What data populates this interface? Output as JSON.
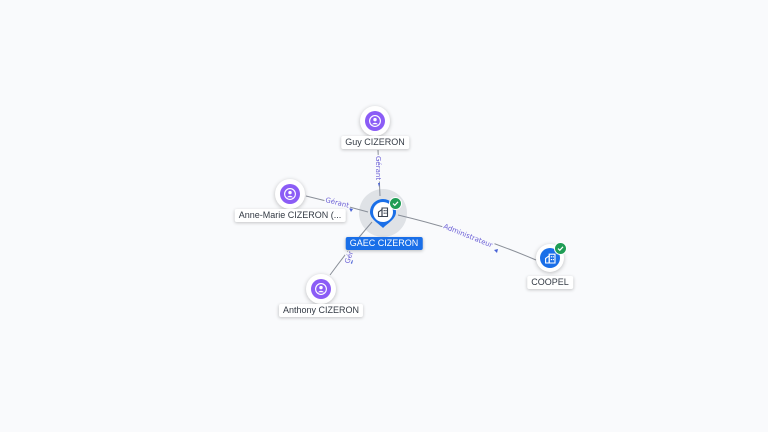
{
  "colors": {
    "person": "#8b5cf6",
    "company": "#1a6fe8",
    "verified": "#1f9d55",
    "edge_label": "#6b5fd6"
  },
  "icons": {
    "person": "person-icon",
    "company": "building-icon",
    "verified": "check-icon"
  },
  "nodes": {
    "guy": {
      "label": "Guy CIZERON",
      "type": "person"
    },
    "anne_marie": {
      "label": "Anne-Marie CIZERON (...",
      "type": "person"
    },
    "anthony": {
      "label": "Anthony CIZERON",
      "type": "person"
    },
    "gaec": {
      "label": "GAEC CIZERON",
      "type": "company",
      "verified": true
    },
    "coopel": {
      "label": "COOPEL",
      "type": "company",
      "verified": true
    }
  },
  "edges": {
    "guy_gaec": {
      "label": "Gérant"
    },
    "anne_gaec": {
      "label": "Gérant"
    },
    "anthony_gaec": {
      "label": "Gér"
    },
    "coopel_gaec": {
      "label": "Administrateur"
    }
  }
}
